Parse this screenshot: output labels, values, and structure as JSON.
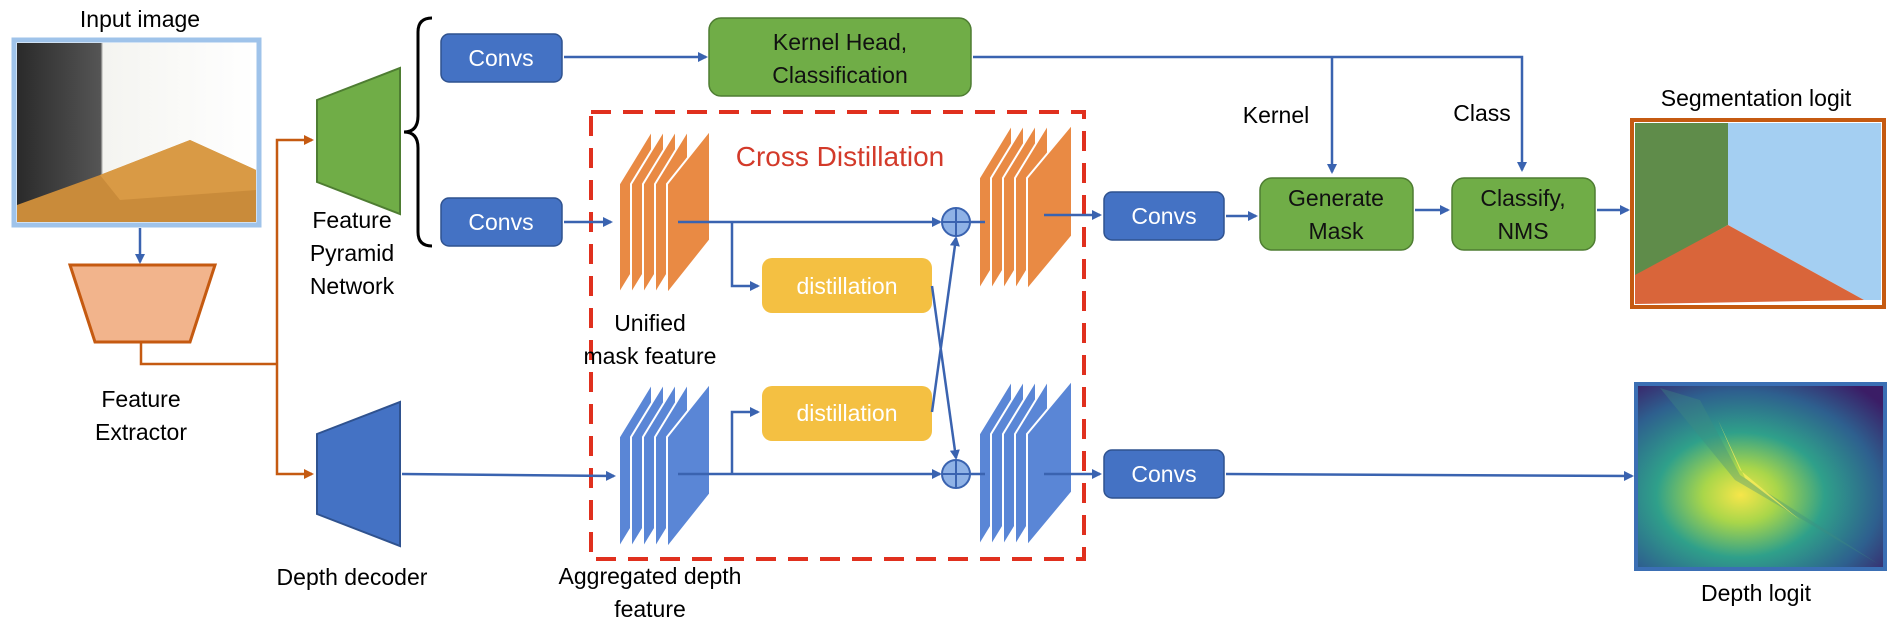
{
  "labels": {
    "input_image": "Input image",
    "feature_extractor_1": "Feature",
    "feature_extractor_2": "Extractor",
    "fpn_1": "Feature",
    "fpn_2": "Pyramid",
    "fpn_3": "Network",
    "depth_decoder": "Depth decoder",
    "convs_top": "Convs",
    "convs_mid": "Convs",
    "kernel_head_1": "Kernel Head,",
    "kernel_head_2": "Classification",
    "cross_distillation": "Cross Distillation",
    "distillation_top": "distillation",
    "distillation_bottom": "distillation",
    "unified_1": "Unified",
    "unified_2": "mask feature",
    "aggregated_1": "Aggregated depth",
    "aggregated_2": "feature",
    "convs_right_top": "Convs",
    "convs_right_bottom": "Convs",
    "kernel": "Kernel",
    "class": "Class",
    "generate_mask_1": "Generate",
    "generate_mask_2": "Mask",
    "classify_1": "Classify,",
    "classify_2": "NMS",
    "segmentation_logit": "Segmentation logit",
    "depth_logit": "Depth logit"
  },
  "colors": {
    "blue_box": "#4472c4",
    "green_box": "#70ad47",
    "yellow_box": "#f4c042",
    "orange": "#c55a11",
    "orange_feature": "#e98a44",
    "blue_feature": "#5a86d6",
    "red_dashed": "#e0301e",
    "arrow_blue": "#3a63b0"
  }
}
